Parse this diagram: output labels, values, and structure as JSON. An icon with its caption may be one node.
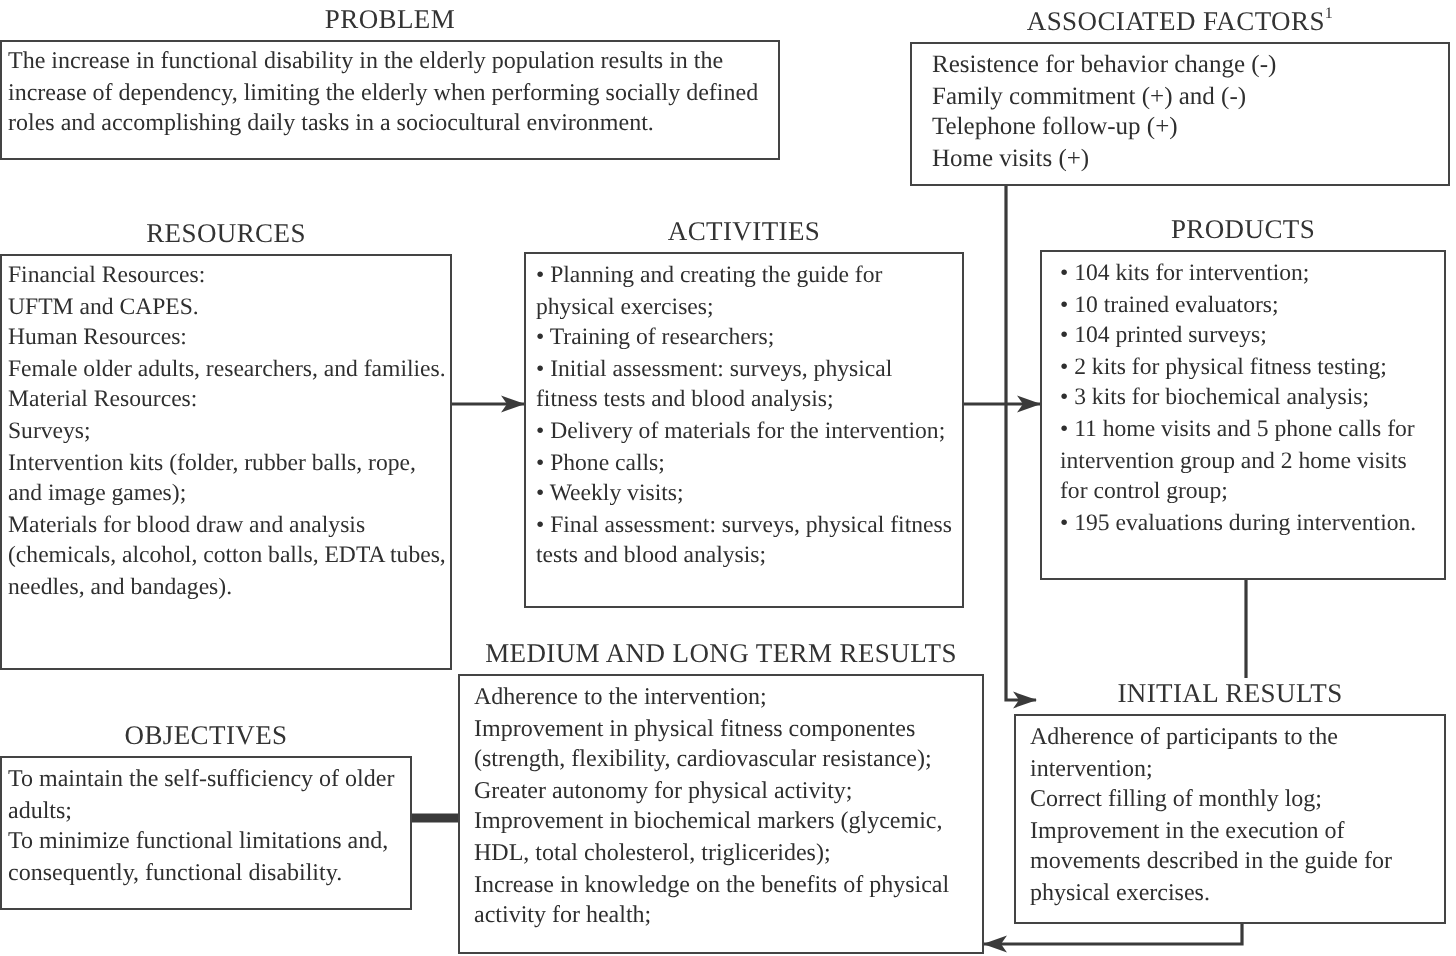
{
  "diagram": {
    "nodes": [
      {
        "text": [
          "PROBLEM",
          "The increase in functional disability in the elderly population results in the increase of dependency, limiting the elderly when performing socially defined roles and accomplishing daily tasks in a sociocultural environment."
        ]
      },
      {
        "text": [
          "ASSOCIATED FACTORS$^{1}$",
          "Resistence for behavior change (-)",
          "Family commitment (+) and (-)",
          "Telephone follow-up (+)",
          "Home visits (+)"
        ]
      },
      {
        "text": [
          "RESOURCES",
          "Financial Resources:",
          "UFTM and CAPES.",
          "Human Resources:",
          "Female older adults, researchers, and families.",
          "Material Resources:",
          "Surveys;",
          "Intervention kits (folder, rubber balls, rope, and image games);",
          "Materials for blood draw and analysis (chemicals, alcohol, cotton balls, EDTA tubes, needles, and bandages)."
        ]
      },
      {
        "text": [
          "ACTIVITIES",
          "• Planning and creating the guide for physical exercises;",
          "• Training of researchers;",
          "• Initial assessment: surveys, physical fitness tests and blood analysis;",
          "• Delivery of materials for the intervention;",
          "• Phone calls;",
          "• Weekly visits;",
          "• Final assessment: surveys, physical fitness tests and blood analysis;"
        ]
      },
      {
        "text": [
          "PRODUCTS",
          "• 104 kits for intervention;",
          "• 10 trained evaluators;",
          "• 104 printed surveys;",
          "• 2 kits for physical fitness testing;",
          "• 3 kits for biochemical analysis;",
          "• 11 home visits and 5 phone calls for intervention group and 2 home visits for control group;",
          "• 195 evaluations during intervention."
        ]
      },
      {
        "text": [
          "OBJECTIVES",
          "To maintain the self-sufficiency of older adults;",
          "To minimize functional limitations and, consequently, functional disability."
        ]
      },
      {
        "text": [
          "MEDIUM AND LONG TERM RESULTS",
          "Adherence to the intervention;",
          "Improvement in physical fitness componentes (strength, flexibility, cardiovascular resistance);",
          "Greater autonomy for physical activity;",
          "Improvement in biochemical markers (glycemic, HDL, total cholesterol, triglicerides);",
          "Increase in knowledge on the benefits of physical activity for health;"
        ]
      },
      {
        "text": [
          "INITIAL RESULTS",
          "Adherence of participants to the intervention;",
          "Correct filling of monthly log;",
          "Improvement in the execution of movements described in the guide for physical exercises."
        ]
      }
    ],
    "edges": [
      {
        "from": 2,
        "to": 3,
        "arrow": "to"
      },
      {
        "from": 3,
        "to": 4,
        "arrow": "to"
      },
      {
        "from": 1,
        "to": 7,
        "arrow": "to"
      },
      {
        "from": 4,
        "to": 7,
        "arrow": "none"
      },
      {
        "from": 7,
        "to": 6,
        "arrow": "to"
      },
      {
        "from": 6,
        "to": 5,
        "arrow": "none",
        "style": "thick"
      }
    ]
  }
}
